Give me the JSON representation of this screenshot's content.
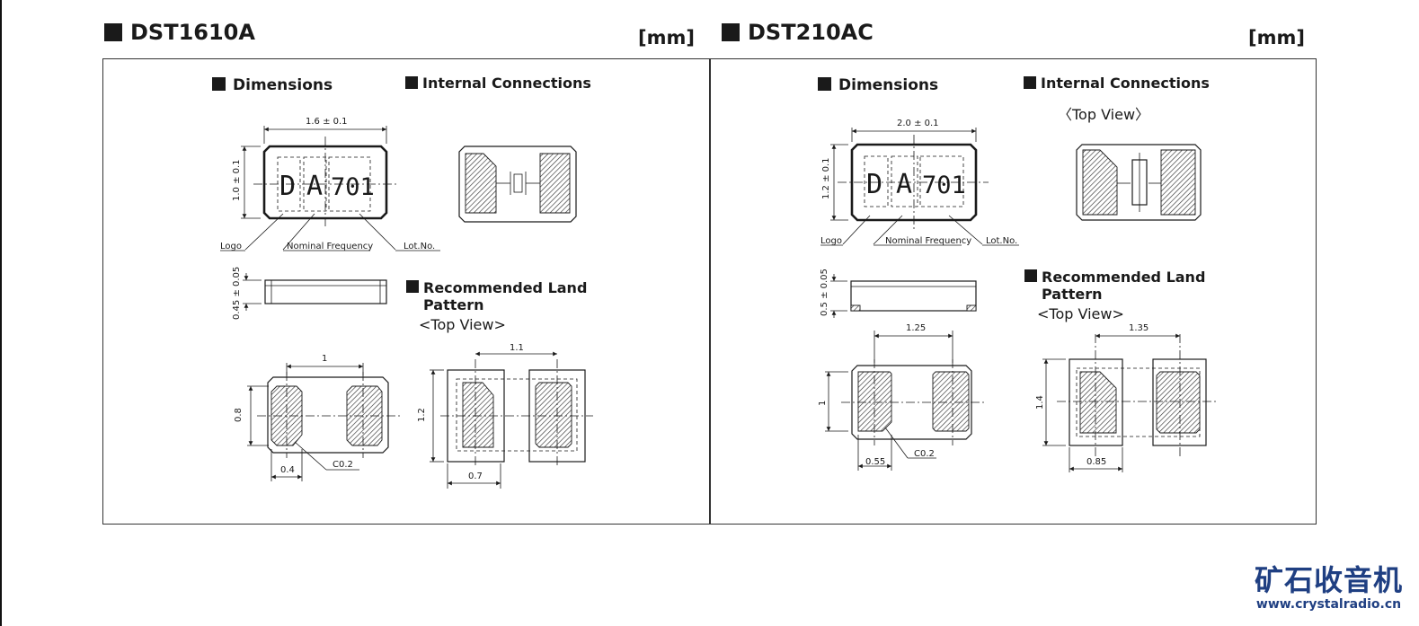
{
  "products": [
    {
      "title": "DST1610A",
      "unit": "[mm]",
      "dimensions_heading": "Dimensions",
      "connections_heading": "Internal Connections",
      "connections_subheading": "",
      "land_heading_line1": "Recommended Land",
      "land_heading_line2": "Pattern",
      "land_subheading": "<Top View>",
      "marking": [
        "D",
        "A",
        "701"
      ],
      "dim_length": "1.6 ± 0.1",
      "dim_width": "1.0 ± 0.1",
      "dim_height": "0.45 ± 0.05",
      "callouts": [
        "Logo",
        "Nominal Frequency",
        "Lot.No."
      ],
      "fp_pitch": "1",
      "fp_height": "0.8",
      "fp_pad_width": "0.4",
      "fp_chamfer": "C0.2",
      "land_pitch": "1.1",
      "land_height": "1.2",
      "land_width": "0.7"
    },
    {
      "title": "DST210AC",
      "unit": "[mm]",
      "dimensions_heading": "Dimensions",
      "connections_heading": "Internal Connections",
      "connections_subheading": "〈Top View〉",
      "land_heading_line1": "Recommended Land",
      "land_heading_line2": "Pattern",
      "land_subheading": "<Top View>",
      "marking": [
        "D",
        "A",
        "701"
      ],
      "dim_length": "2.0 ± 0.1",
      "dim_width": "1.2 ± 0.1",
      "dim_height": "0.5 ± 0.05",
      "callouts": [
        "Logo",
        "Nominal Frequency",
        "Lot.No."
      ],
      "fp_pitch": "1.25",
      "fp_height": "1",
      "fp_pad_width": "0.55",
      "fp_chamfer": "C0.2",
      "land_pitch": "1.35",
      "land_height": "1.4",
      "land_width": "0.85"
    }
  ],
  "watermark": {
    "brand": "矿石收音机",
    "url": "www.crystalradio.cn",
    "color": "#1f3f82"
  }
}
